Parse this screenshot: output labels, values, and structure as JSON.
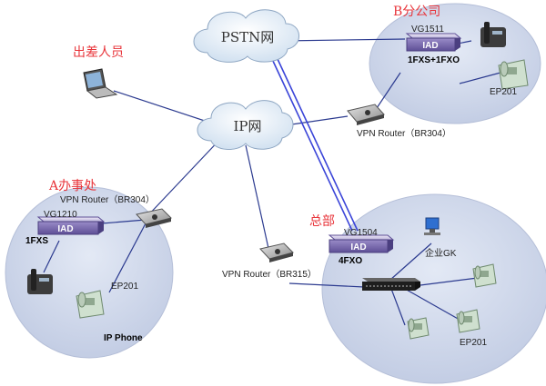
{
  "clouds": {
    "pstn": "PSTN网",
    "ip": "IP网"
  },
  "travel": {
    "label": "出差人员"
  },
  "branch_b": {
    "title": "B分公司",
    "iad_model": "VG1511",
    "iad_label": "IAD",
    "ports": "1FXS+1FXO",
    "phone_label": "EP201",
    "router_label": "VPN Router（BR304）"
  },
  "office_a": {
    "title": "A办事处",
    "router_label": "VPN Router（BR304）",
    "iad_model": "VG1210",
    "iad_label": "IAD",
    "ports": "1FXS",
    "phone_label": "EP201",
    "footer": "IP Phone"
  },
  "hq": {
    "title": "总部",
    "iad_model": "VG1504",
    "iad_label": "IAD",
    "ports": "4FXO",
    "gk_label": "企业GK",
    "router_label": "VPN Router（BR315）",
    "phone_label": "EP201"
  },
  "colors": {
    "ellipse": "#cdd6ea",
    "line": "#2b3a8f",
    "red": "#e8343a",
    "iad": "#7b6bb0"
  }
}
